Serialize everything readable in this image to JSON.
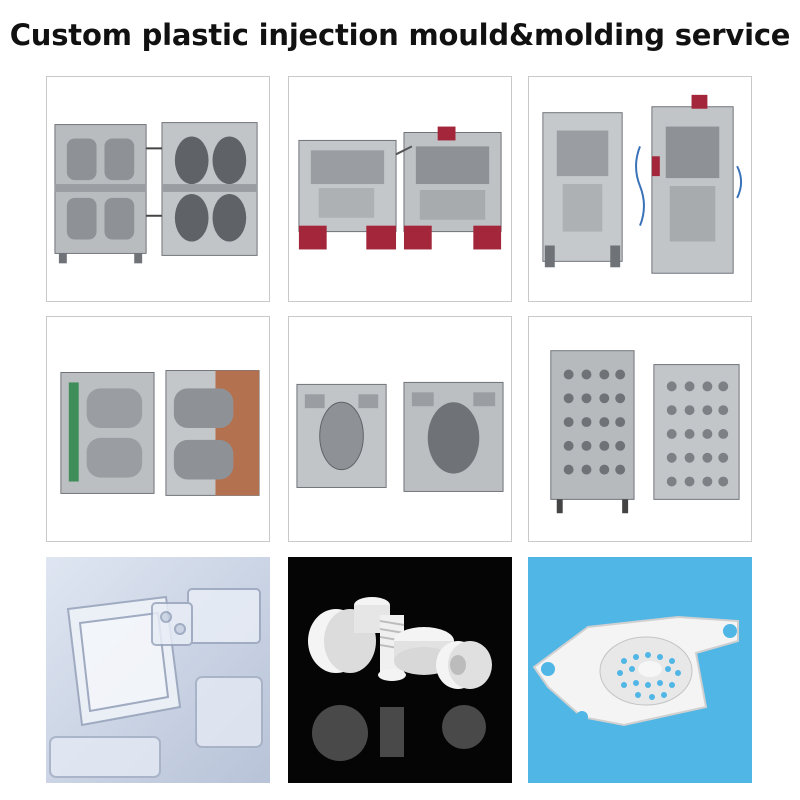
{
  "header": {
    "title": "Custom plastic injection mould&molding service"
  },
  "tiles": [
    {
      "subject": "steel injection mould halves, open"
    },
    {
      "subject": "injection mould with red clamp plates"
    },
    {
      "subject": "tall injection mould with hoses"
    },
    {
      "subject": "mould with copper-colored plate"
    },
    {
      "subject": "two-plate injection mould"
    },
    {
      "subject": "multi-cavity injection mould"
    },
    {
      "subject": "transparent molded plastic parts"
    },
    {
      "subject": "white plastic parts on black background"
    },
    {
      "subject": "white molded plastic part on blue background"
    }
  ],
  "colors": {
    "steel": "#b9bcbf",
    "steel_dark": "#6f7378",
    "clamp_red": "#a3263a",
    "copper": "#b4714f",
    "clear_plastic": "#dfe6f2",
    "black_bg": "#050505",
    "blue_bg": "#4fb6e6",
    "white_part": "#f4f4f4"
  }
}
